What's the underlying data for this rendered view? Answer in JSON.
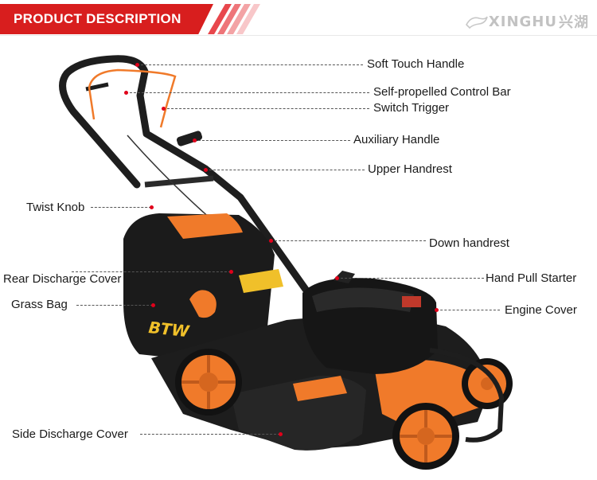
{
  "header": {
    "title": "PRODUCT DESCRIPTION",
    "brand": "XINGHU",
    "brand_cn": "兴湖",
    "accent": "#d81e1e"
  },
  "product": {
    "deck_brand": "BTW",
    "colors": {
      "body": "#1b1b1b",
      "accent": "#f07a2a"
    }
  },
  "parts": [
    {
      "label": "Soft Touch Handle"
    },
    {
      "label": "Self-propelled Control Bar"
    },
    {
      "label": "Switch Trigger"
    },
    {
      "label": "Auxiliary Handle"
    },
    {
      "label": "Upper Handrest"
    },
    {
      "label": "Twist Knob"
    },
    {
      "label": "Down handrest"
    },
    {
      "label": "Rear Discharge Cover"
    },
    {
      "label": "Hand Pull Starter"
    },
    {
      "label": "Grass Bag"
    },
    {
      "label": "Engine Cover"
    },
    {
      "label": "Side Discharge Cover"
    }
  ]
}
